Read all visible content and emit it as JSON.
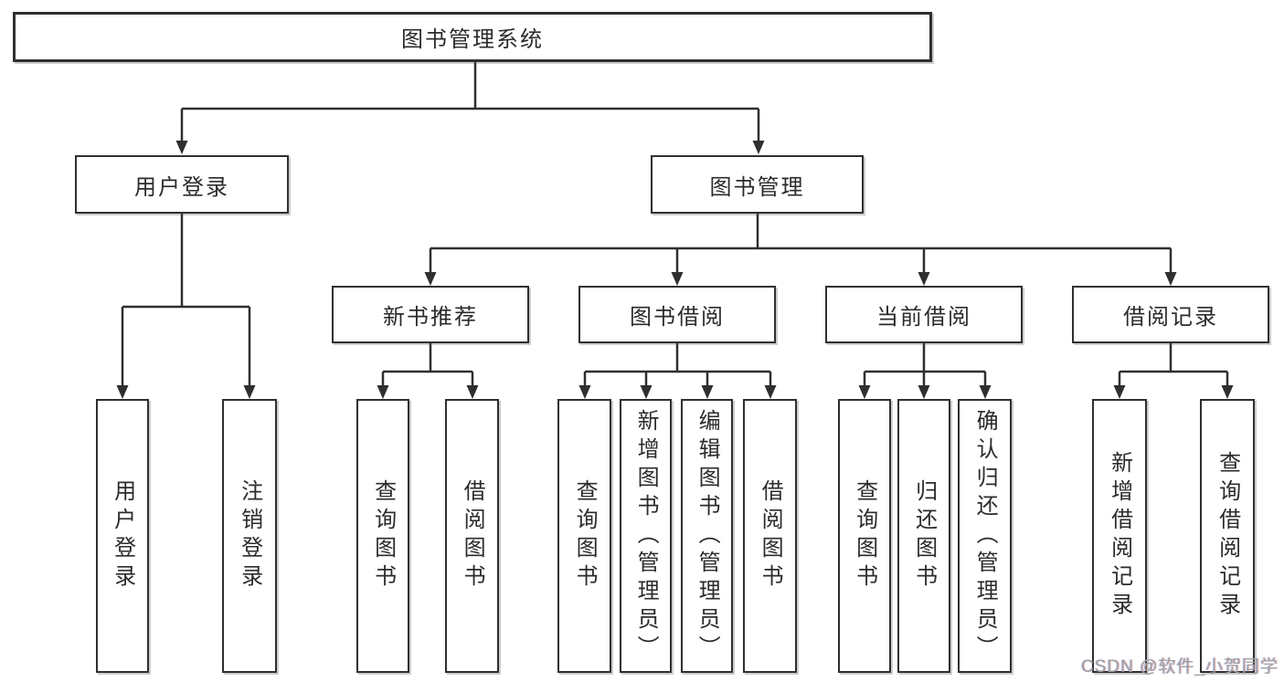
{
  "title": "图书管理系统",
  "nodes": {
    "root": {
      "label": "图书管理系统"
    },
    "level2": [
      {
        "id": "user-login",
        "label": "用户登录"
      },
      {
        "id": "book-management",
        "label": "图书管理"
      }
    ],
    "level3": [
      {
        "id": "new-book-recommend",
        "parent": "book-management",
        "label": "新书推荐"
      },
      {
        "id": "book-borrow",
        "parent": "book-management",
        "label": "图书借阅"
      },
      {
        "id": "current-borrow",
        "parent": "book-management",
        "label": "当前借阅"
      },
      {
        "id": "borrow-records",
        "parent": "book-management",
        "label": "借阅记录"
      }
    ],
    "leaves": [
      {
        "parent": "user-login",
        "label": "用户登录"
      },
      {
        "parent": "user-login",
        "label": "注销登录"
      },
      {
        "parent": "new-book-recommend",
        "label": "查询图书"
      },
      {
        "parent": "new-book-recommend",
        "label": "借阅图书"
      },
      {
        "parent": "book-borrow",
        "label": "查询图书"
      },
      {
        "parent": "book-borrow",
        "label": "新增图书（管理员）"
      },
      {
        "parent": "book-borrow",
        "label": "编辑图书（管理员）"
      },
      {
        "parent": "book-borrow",
        "label": "借阅图书"
      },
      {
        "parent": "current-borrow",
        "label": "查询图书"
      },
      {
        "parent": "current-borrow",
        "label": "归还图书"
      },
      {
        "parent": "current-borrow",
        "label": "确认归还（管理员）"
      },
      {
        "parent": "borrow-records",
        "label": "新增借阅记录"
      },
      {
        "parent": "borrow-records",
        "label": "查询借阅记录"
      }
    ]
  },
  "watermark": {
    "text": "CSDN @软件_小贺同学"
  },
  "colors": {
    "line": "#2f2f2f",
    "box_border": "#2f2f2f",
    "box_bg": "#ffffff",
    "text": "#2b2b2b",
    "watermark": "#9e9fa3",
    "background": "#ffffff"
  }
}
